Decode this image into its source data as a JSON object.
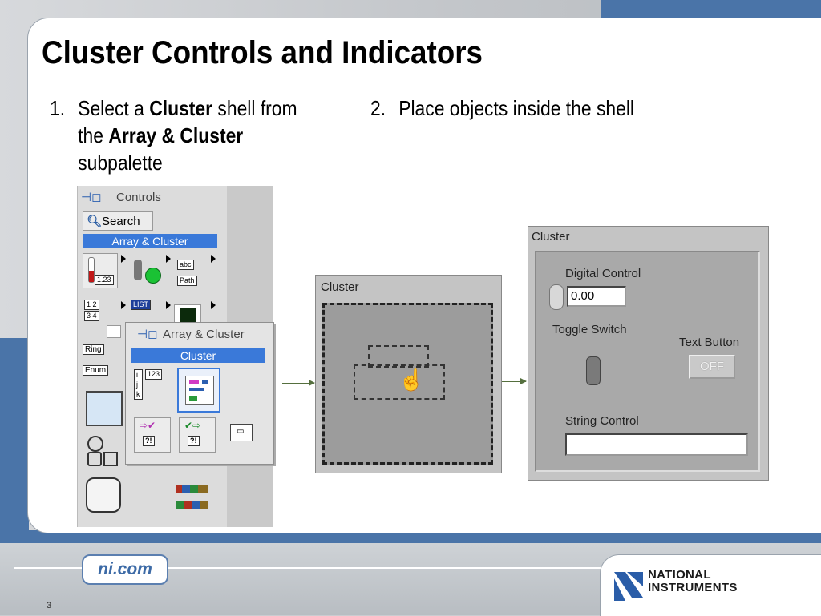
{
  "slide": {
    "title": "Cluster Controls and Indicators",
    "step1": {
      "number": "1.",
      "text_a": "Select a ",
      "bold_a": "Cluster",
      "text_b": " shell from the ",
      "bold_b": "Array & Cluster",
      "text_c": " subpalette"
    },
    "step2": {
      "number": "2.",
      "text": "Place objects inside the shell"
    },
    "page_number": "3"
  },
  "palette": {
    "title": "Controls",
    "search_label": "Search",
    "subpalette_header": "Array & Cluster",
    "tile_labels": {
      "numeric": "1.23",
      "string_abc": "abc",
      "string_path": "Path",
      "listbox": "LIST",
      "ring": "Ring",
      "enum": "Enum"
    }
  },
  "popup": {
    "title": "Array & Cluster",
    "header": "Cluster",
    "array_label": "123",
    "error_label_1": "?!",
    "error_label_2": "?!"
  },
  "cluster_shell": {
    "label": "Cluster"
  },
  "cluster_filled": {
    "label": "Cluster",
    "digital_control_label": "Digital Control",
    "digital_value": "0.00",
    "toggle_label": "Toggle Switch",
    "text_button_label": "Text Button",
    "text_button_value": "OFF",
    "string_label": "String Control",
    "string_value": ""
  },
  "footer": {
    "site": "ni.com",
    "logo_line1": "NATIONAL",
    "logo_line2": "INSTRUMENTS"
  },
  "colors": {
    "accent_blue": "#4a74a8",
    "palette_highlight": "#3a79d9",
    "cluster_gray": "#c4c4c4"
  }
}
